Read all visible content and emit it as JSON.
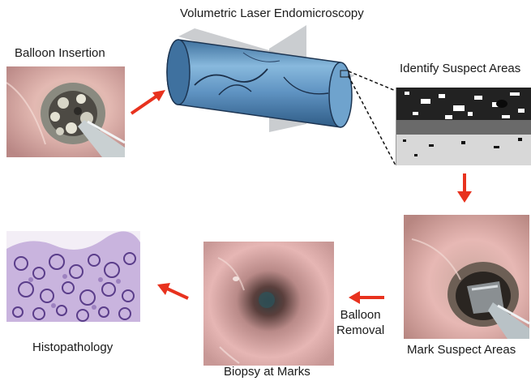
{
  "steps": {
    "balloon_insertion": "Balloon Insertion",
    "vle": "Volumetric Laser Endomicroscopy",
    "identify": "Identify Suspect Areas",
    "mark": "Mark Suspect Areas",
    "removal_line1": "Balloon",
    "removal_line2": "Removal",
    "biopsy": "Biopsy at Marks",
    "histopathology": "Histopathology"
  },
  "colors": {
    "arrow": "#e8321e",
    "tissue_pink": "#e6b4b0",
    "cylinder_blue": "#5f93c2",
    "histo_purple": "#7a5aa8"
  }
}
